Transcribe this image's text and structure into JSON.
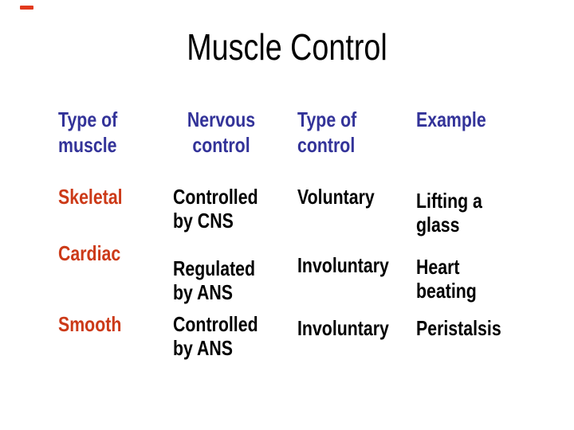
{
  "colors": {
    "background": "#ffffff",
    "title_text": "#000000",
    "header_text": "#333399",
    "muscle_text": "#cc3a18",
    "body_text": "#000000",
    "marker": "#e23a1d"
  },
  "title": "Muscle Control",
  "table": {
    "headers": [
      {
        "line1": "Type of",
        "line2": "muscle"
      },
      {
        "line1": "Nervous",
        "line2": "control"
      },
      {
        "line1": "Type of",
        "line2": "control"
      },
      {
        "line1": "Example",
        "line2": ""
      }
    ],
    "rows": [
      {
        "muscle": "Skeletal",
        "nervous": "Controlled by CNS",
        "control": "Voluntary",
        "example": "Lifting a glass"
      },
      {
        "muscle": "Cardiac",
        "nervous": "Regulated by ANS",
        "control": "Involuntary",
        "example": "Heart beating"
      },
      {
        "muscle": "Smooth",
        "nervous": "Controlled by ANS",
        "control": "Involuntary",
        "example": "Peristalsis"
      }
    ]
  }
}
